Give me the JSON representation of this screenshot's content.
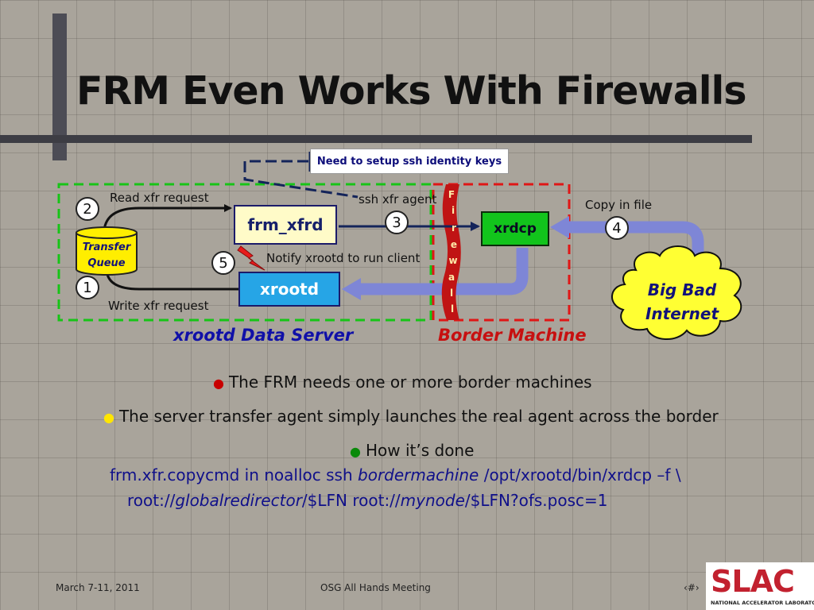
{
  "slide": {
    "title": "FRM Even Works With Firewalls"
  },
  "diagram": {
    "callout": "Need to setup ssh identity keys",
    "frm_box": "frm_xfrd",
    "xrootd_box": "xrootd",
    "xrdcp_box": "xrdcp",
    "queue_line1": "Transfer",
    "queue_line2": "Queue",
    "read_xfr": "Read xfr request",
    "write_xfr": "Write xfr request",
    "ssh_agent": "ssh xfr agent",
    "notify": "Notify xrootd to run client",
    "copy_in": "Copy in file",
    "cloud_line1": "Big Bad",
    "cloud_line2": "Internet",
    "firewall_letters": [
      "F",
      "i",
      "r",
      "e",
      "w",
      "a",
      "l",
      "l"
    ],
    "steps": [
      "1",
      "2",
      "3",
      "4",
      "5"
    ],
    "data_server_label": "xrootd Data Server",
    "border_label": "Border Machine"
  },
  "bullets": [
    {
      "color": "#c80000",
      "text": "The FRM needs one or more border machines"
    },
    {
      "color": "#ffe600",
      "text": "The server transfer agent simply launches the real agent across the border"
    },
    {
      "color": "#0a8a0a",
      "text": "How it’s done"
    }
  ],
  "command": {
    "line1_a": "frm.xfr.copycmd in noalloc ssh ",
    "line1_b": "bordermachine",
    "line1_c": " /opt/xrootd/bin/xrdcp –f  \\",
    "line2_a": "root://",
    "line2_b": "globalredirector",
    "line2_c": "/$LFN root://",
    "line2_d": "mynode",
    "line2_e": "/$LFN?ofs.posc=1"
  },
  "footer": {
    "date": "March 7-11, 2011",
    "meeting": "OSG All Hands Meeting",
    "page": "‹#›",
    "logo_word": "SLAC",
    "logo_sub": "NATIONAL ACCELERATOR LABORATORY"
  }
}
